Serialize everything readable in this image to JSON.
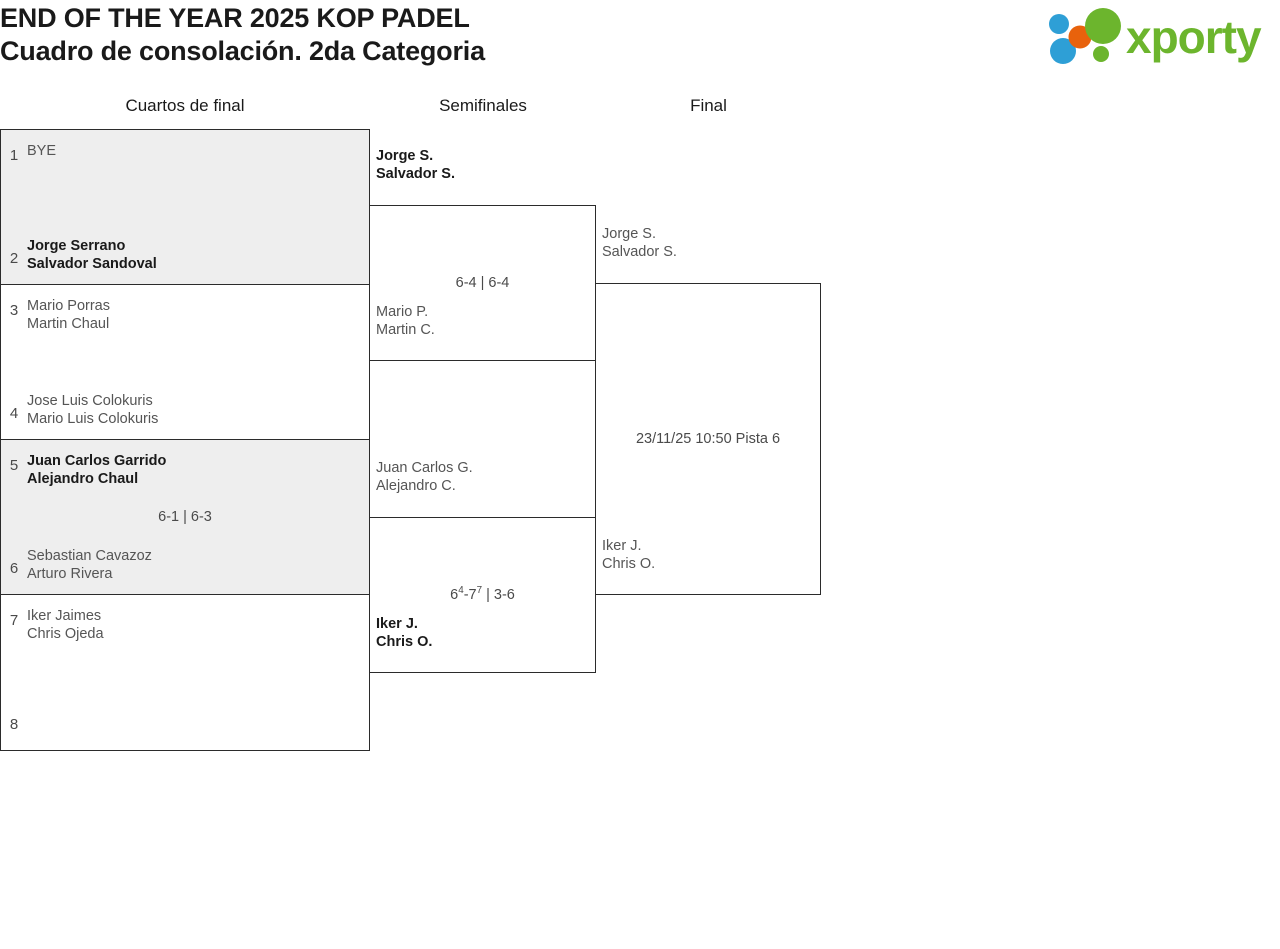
{
  "header": {
    "title_line1": "END OF THE YEAR 2025 KOP PADEL",
    "title_line2": "Cuadro de consolación. 2da Categoria",
    "logo_text": "xporty",
    "logo_colors": {
      "green": "#6cb52d",
      "orange": "#e8620c",
      "blue": "#2e9fd6"
    }
  },
  "rounds": [
    {
      "label": "Cuartos de final"
    },
    {
      "label": "Semifinales"
    },
    {
      "label": "Final"
    }
  ],
  "round1": {
    "matches": [
      {
        "shaded": true,
        "top": {
          "seed": "1",
          "line1": "BYE",
          "line2": "",
          "status": "lose"
        },
        "bottom": {
          "seed": "2",
          "line1": "Jorge Serrano",
          "line2": "Salvador Sandoval",
          "status": "win"
        },
        "score": ""
      },
      {
        "shaded": false,
        "top": {
          "seed": "3",
          "line1": "Mario Porras",
          "line2": "Martin Chaul",
          "status": "lose"
        },
        "bottom": {
          "seed": "4",
          "line1": "Jose Luis Colokuris",
          "line2": "Mario Luis Colokuris",
          "status": "lose"
        },
        "score": ""
      },
      {
        "shaded": true,
        "top": {
          "seed": "5",
          "line1": "Juan Carlos Garrido",
          "line2": "Alejandro Chaul",
          "status": "win"
        },
        "bottom": {
          "seed": "6",
          "line1": "Sebastian Cavazoz",
          "line2": "Arturo Rivera",
          "status": "lose"
        },
        "score": "6-1 | 6-3"
      },
      {
        "shaded": false,
        "top": {
          "seed": "7",
          "line1": "Iker Jaimes",
          "line2": "Chris Ojeda",
          "status": "lose"
        },
        "bottom": {
          "seed": "8",
          "line1": "",
          "line2": "",
          "status": "lose"
        },
        "score": ""
      }
    ]
  },
  "round2": {
    "matches": [
      {
        "top": {
          "line1": "Jorge S.",
          "line2": "Salvador S.",
          "status": "win"
        },
        "bottom": {
          "line1": "Mario P.",
          "line2": "Martin C.",
          "status": "lose"
        },
        "score_plain": "6-4 | 6-4",
        "score_parts": null
      },
      {
        "top": {
          "line1": "Juan Carlos G.",
          "line2": "Alejandro C.",
          "status": "lose"
        },
        "bottom": {
          "line1": "Iker J.",
          "line2": "Chris O.",
          "status": "win"
        },
        "score_plain": "",
        "score_parts": [
          {
            "text": "6",
            "sup": "4"
          },
          {
            "text": "-7",
            "sup": "7"
          },
          {
            "text": " | 3-6",
            "sup": ""
          }
        ]
      }
    ]
  },
  "round3": {
    "matches": [
      {
        "top": {
          "line1": "Jorge S.",
          "line2": "Salvador S.",
          "status": "lose"
        },
        "bottom": {
          "line1": "Iker J.",
          "line2": "Chris O.",
          "status": "lose"
        },
        "score": "23/11/25 10:50 Pista 6"
      }
    ]
  }
}
